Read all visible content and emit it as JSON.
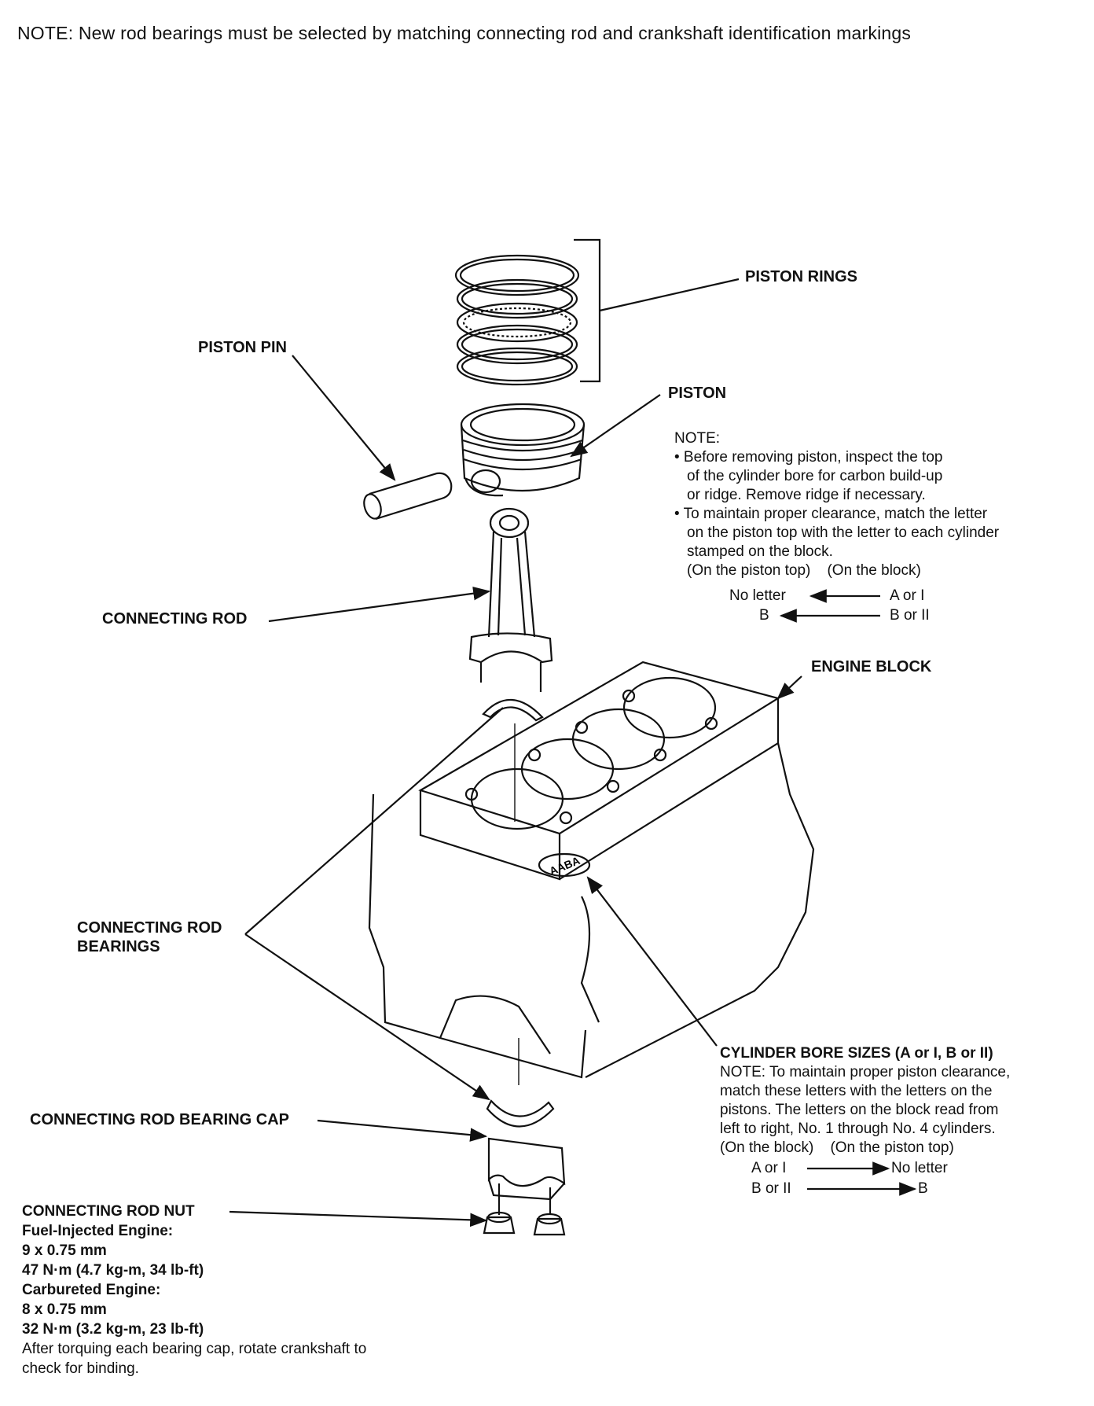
{
  "top_note": "NOTE:  New rod bearings must be selected by matching connecting rod and crankshaft identification markings",
  "labels": {
    "piston_rings": "PISTON RINGS",
    "piston_pin": "PISTON PIN",
    "piston": "PISTON",
    "connecting_rod": "CONNECTING ROD",
    "engine_block": "ENGINE BLOCK",
    "rod_bearings_line1": "CONNECTING ROD",
    "rod_bearings_line2": "BEARINGS",
    "bearing_cap": "CONNECTING ROD BEARING CAP",
    "block_stamp": "AABA"
  },
  "piston_note": {
    "heading": "NOTE:",
    "bullet1": [
      "• Before removing piston, inspect the top",
      "of the cylinder bore for carbon build-up",
      "or ridge. Remove ridge if necessary."
    ],
    "bullet2": [
      "• To maintain proper clearance, match the letter",
      "on the piston top with the letter to each cylinder",
      "stamped on the block."
    ],
    "col_headers": "(On the piston top)    (On the block)",
    "rows": [
      {
        "left": "No letter",
        "right": "A or I"
      },
      {
        "left": "B",
        "right": "B or II"
      }
    ]
  },
  "bore_note": {
    "heading": "CYLINDER BORE SIZES (A or I, B or II)",
    "lines": [
      "NOTE: To maintain proper piston clearance,",
      "match these letters with the letters on the",
      "pistons. The letters on the block read from",
      "left to right, No. 1 through No. 4 cylinders."
    ],
    "col_headers": "(On the block)    (On the piston top)",
    "rows": [
      {
        "left": "A or I",
        "right": "No letter"
      },
      {
        "left": "B or II",
        "right": "B"
      }
    ]
  },
  "rod_nut": {
    "title": "CONNECTING ROD NUT",
    "fi_heading": "Fuel-Injected Engine:",
    "fi_size": "9 x 0.75 mm",
    "fi_torque": "47 N·m (4.7 kg-m, 34 lb-ft)",
    "carb_heading": "Carbureted Engine:",
    "carb_size": "8 x 0.75 mm",
    "carb_torque": "32 N·m (3.2 kg-m, 23 lb-ft)",
    "footer_line1": "After torquing each bearing cap, rotate crankshaft to",
    "footer_line2": "check for binding."
  }
}
